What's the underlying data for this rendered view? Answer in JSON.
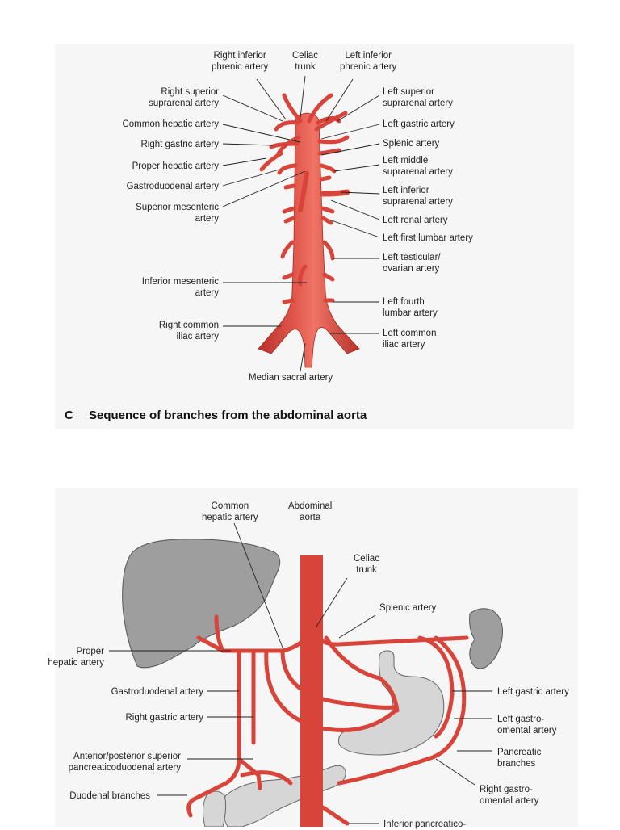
{
  "top_diagram": {
    "caption_letter": "C",
    "caption_text": "Sequence of branches from the abdominal aorta",
    "labels": {
      "right_inferior_phrenic": [
        "Right inferior",
        "phrenic artery"
      ],
      "celiac_trunk": [
        "Celiac",
        "trunk"
      ],
      "left_inferior_phrenic": [
        "Left inferior",
        "phrenic artery"
      ],
      "right_superior_suprarenal": [
        "Right superior",
        "suprarenal artery"
      ],
      "common_hepatic": [
        "Common hepatic artery"
      ],
      "right_gastric": [
        "Right gastric artery"
      ],
      "proper_hepatic": [
        "Proper hepatic artery"
      ],
      "gastroduodenal": [
        "Gastroduodenal artery"
      ],
      "superior_mesenteric": [
        "Superior mesenteric",
        "artery"
      ],
      "inferior_mesenteric": [
        "Inferior mesenteric",
        "artery"
      ],
      "right_common_iliac": [
        "Right common",
        "iliac artery"
      ],
      "median_sacral": [
        "Median sacral artery"
      ],
      "left_superior_suprarenal": [
        "Left superior",
        "suprarenal artery"
      ],
      "left_gastric": [
        "Left gastric artery"
      ],
      "splenic": [
        "Splenic artery"
      ],
      "left_middle_suprarenal": [
        "Left middle",
        "suprarenal artery"
      ],
      "left_inferior_suprarenal": [
        "Left inferior",
        "suprarenal artery"
      ],
      "left_renal": [
        "Left renal artery"
      ],
      "left_first_lumbar": [
        "Left first lumbar artery"
      ],
      "left_testicular": [
        "Left testicular/",
        "ovarian artery"
      ],
      "left_fourth_lumbar": [
        "Left fourth",
        "lumbar artery"
      ],
      "left_common_iliac": [
        "Left common",
        "iliac artery"
      ]
    }
  },
  "bottom_diagram": {
    "labels": {
      "common_hepatic": [
        "Common",
        "hepatic artery"
      ],
      "abdominal_aorta": [
        "Abdominal",
        "aorta"
      ],
      "celiac_trunk": [
        "Celiac",
        "trunk"
      ],
      "splenic": [
        "Splenic artery"
      ],
      "proper_hepatic": [
        "Proper",
        "hepatic artery"
      ],
      "gastroduodenal": [
        "Gastroduodenal artery"
      ],
      "right_gastric": [
        "Right gastric artery"
      ],
      "ant_post_sup_pd": [
        "Anterior/posterior superior",
        "pancreaticoduodenal artery"
      ],
      "duodenal_branches": [
        "Duodenal branches"
      ],
      "left_gastric": [
        "Left gastric artery"
      ],
      "left_gastroomental": [
        "Left gastro-",
        "omental artery"
      ],
      "pancreatic_branches": [
        "Pancreatic",
        "branches"
      ],
      "right_gastroomental": [
        "Right gastro-",
        "omental artery"
      ],
      "inferior_pd": [
        "Inferior pancreatico-"
      ]
    }
  },
  "colors": {
    "artery": "#d9443a",
    "artery_dark": "#b5302a",
    "artery_light": "#ef7d6e",
    "organ_dark": "#9e9e9e",
    "organ_light": "#d6d6d6",
    "panel_bg": "#f6f6f6"
  }
}
